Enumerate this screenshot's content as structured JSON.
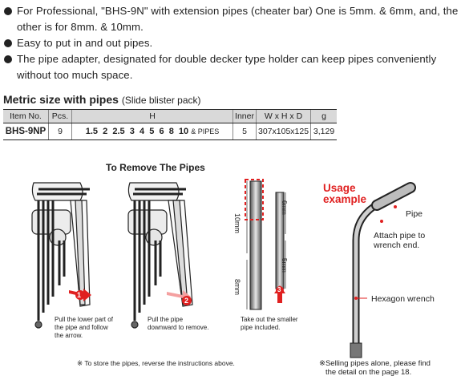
{
  "bullets": [
    "For Professional, \"BHS-9N\" with extension pipes (cheater bar) One is 5mm. & 6mm, and, the other is for 8mm. & 10mm.",
    "Easy to put in and out pipes.",
    "The pipe adapter, designated for double decker type holder can keep pipes conveniently without too much space."
  ],
  "table": {
    "title": "Metric size with pipes",
    "subtitle": "(Slide blister pack)",
    "headers": {
      "item": "Item No.",
      "pcs": "Pcs.",
      "h": "H",
      "inner": "Inner",
      "dims": "W x H x D",
      "g": "g"
    },
    "row": {
      "item": "BHS-9NP",
      "pcs": "9",
      "h_sizes": "1.5  2  2.5  3  4  5  6  8  10",
      "h_extra": "& PIPES",
      "inner": "5",
      "dims": "307x105x125",
      "g": "3,129"
    }
  },
  "figure": {
    "title": "To Remove The Pipes",
    "caption1": [
      "Pull the lower part of",
      "the pipe and follow",
      "the arrow."
    ],
    "caption2": [
      "Pull the pipe",
      "downward to remove."
    ],
    "caption3": [
      "Take out the smaller",
      "pipe included."
    ],
    "pipe_large_top": "10mm",
    "pipe_large_bottom": "8mm",
    "pipe_small_top": "6mm",
    "pipe_small_bottom": "5mm",
    "step1": "1",
    "step2": "2",
    "step3": "3",
    "footnote": "※ To store the pipes, reverse the instructions above."
  },
  "usage": {
    "title_line1": "Usage",
    "title_line2": "example",
    "pipe_label": "Pipe",
    "attach_line1": "Attach pipe to",
    "attach_line2": "wrench end.",
    "hex_label": "Hexagon wrench",
    "note_line1": "※Selling pipes alone, please find",
    "note_line2": "the detail on the page 18."
  },
  "colors": {
    "accent_red": "#e02020",
    "header_gray": "#d9d9d9"
  }
}
